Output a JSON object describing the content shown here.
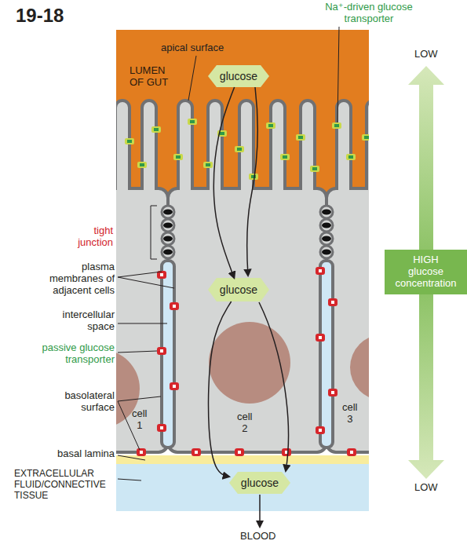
{
  "diagram": {
    "nodes": [
      {
        "text": [
          "LUMEN OF GUT"
        ]
      },
      {
        "text": [
          "glucose"
        ],
        "in": 0
      },
      {
        "text": [
          "cell 1"
        ]
      },
      {
        "text": [
          "cell 2"
        ]
      },
      {
        "text": [
          "glucose"
        ],
        "in": 3
      },
      {
        "text": [
          "cell 3"
        ]
      },
      {
        "text": [
          "EXTRACELLULAR FLUID/CONNECTIVE TISSUE"
        ]
      },
      {
        "text": [
          "glucose"
        ],
        "in": 6
      },
      {
        "text": [
          "HIGH glucose concentration"
        ]
      }
    ],
    "edges": [
      {
        "from": 1,
        "to": 4,
        "arrow": "to"
      },
      {
        "from": 4,
        "to": 7,
        "arrow": "to"
      }
    ],
    "labels": [
      "19-18",
      "apical surface",
      "Na⁺-driven glucose transporter",
      "tight junction",
      "plasma membranes of adjacent cells",
      "intercellular space",
      "passive glucose transporter",
      "basolateral surface",
      "basal lamina",
      "LOW",
      "LOW",
      "BLOOD"
    ]
  }
}
